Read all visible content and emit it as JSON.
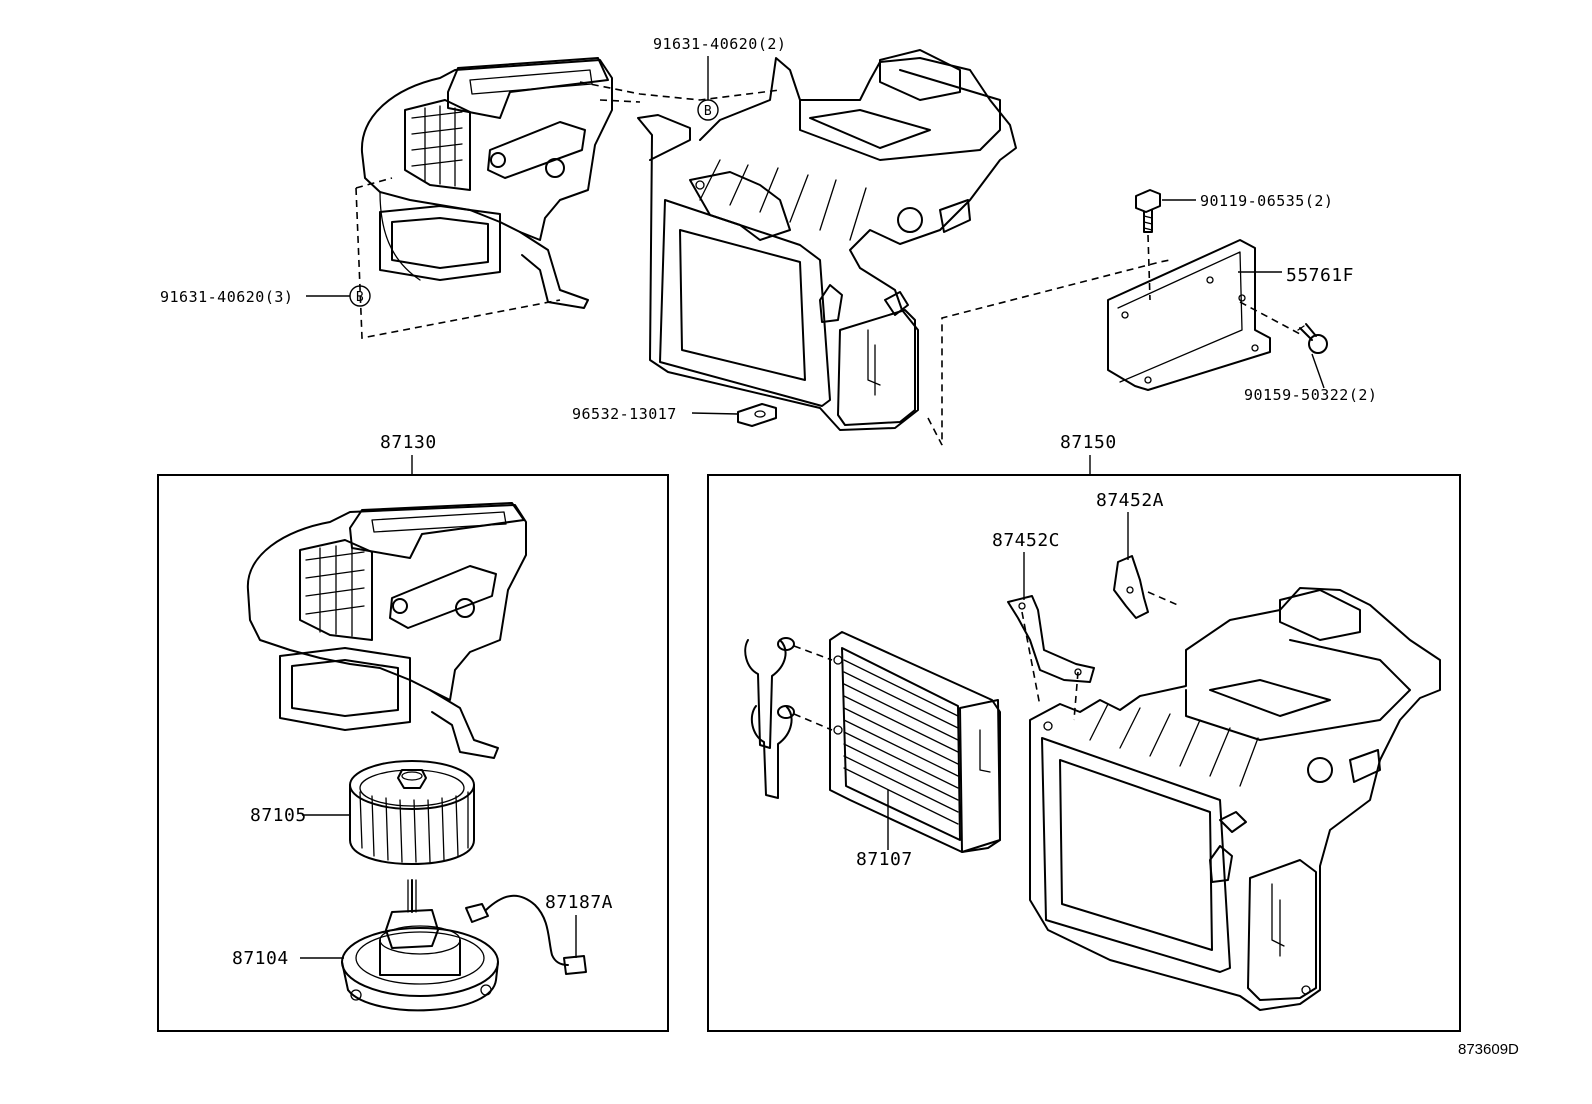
{
  "diagram": {
    "diagram_number": "873609D",
    "top_labels": {
      "clip_top": "91631-40620(2)",
      "clip_left": "91631-40620(3)",
      "ref_mark_top": "B",
      "ref_mark_left": "B",
      "bolt": "90119-06535(2)",
      "bracket": "55761F",
      "screw": "90159-50322(2)",
      "grommet": "96532-13017"
    },
    "blower_group": {
      "assembly": "87130",
      "fan": "87105",
      "motor": "87104",
      "wire": "87187A"
    },
    "heater_group": {
      "assembly": "87150",
      "core": "87107",
      "clamp_c": "87452C",
      "clamp_a": "87452A"
    }
  }
}
